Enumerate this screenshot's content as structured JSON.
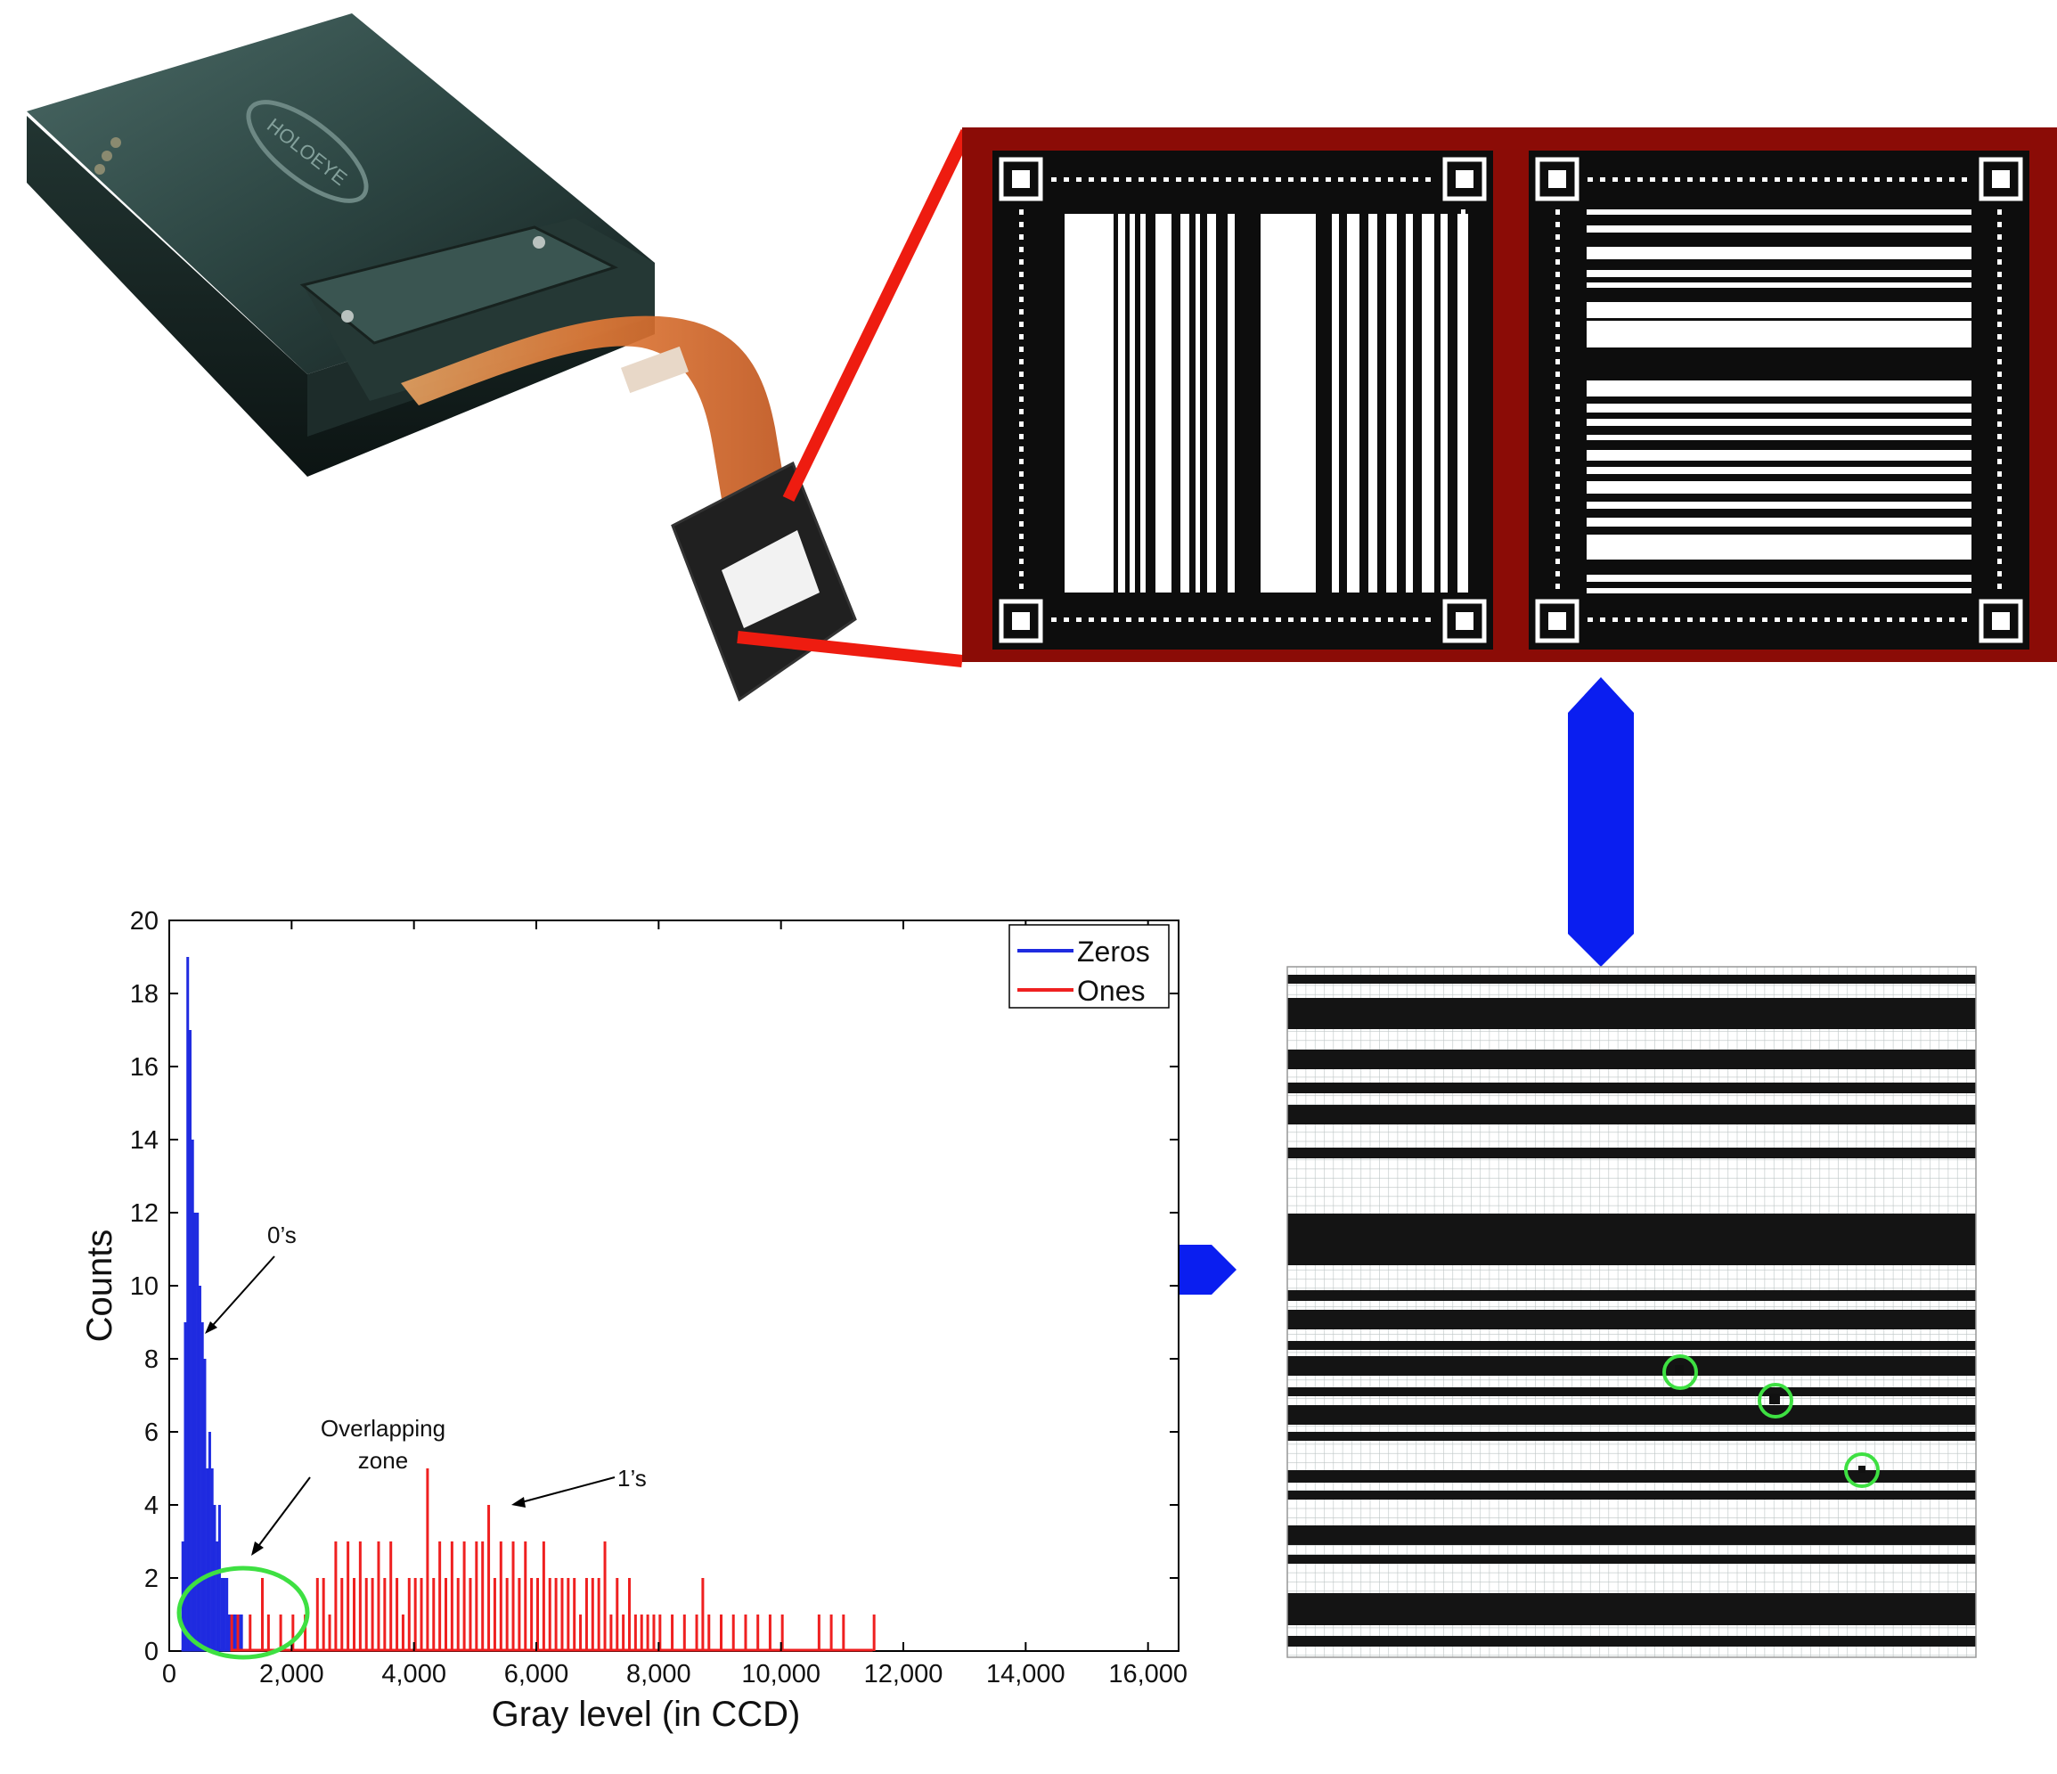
{
  "device": {
    "brand": "HOLOEYE",
    "led_labels": [
      "",
      "",
      ""
    ],
    "panel_text": [
      "",
      ""
    ]
  },
  "colors": {
    "frame_dark_red": "#8b0c06",
    "connector_red": "#ee1c10",
    "arrow_blue": "#0a1ef0",
    "zeros_blue": "#1f2be0",
    "ones_red": "#ef2020",
    "circle_green": "#3ee042"
  },
  "arrows": {
    "vertical": "blue double-headed arrow",
    "horizontal": "blue double-headed arrow"
  },
  "chart_data": {
    "type": "bar",
    "title": "",
    "xlabel": "Gray level (in CCD)",
    "ylabel": "Counts",
    "xlim": [
      0,
      16500
    ],
    "ylim": [
      0,
      20
    ],
    "x_ticks": [
      0,
      2000,
      4000,
      6000,
      8000,
      10000,
      12000,
      14000,
      16000
    ],
    "x_tick_labels": [
      "0",
      "2,000",
      "4,000",
      "6,000",
      "8,000",
      "10,000",
      "12,000",
      "14,000",
      "16,000"
    ],
    "y_ticks": [
      0,
      2,
      4,
      6,
      8,
      10,
      12,
      14,
      16,
      18,
      20
    ],
    "y_tick_labels": [
      "0",
      "2",
      "4",
      "6",
      "8",
      "10",
      "12",
      "14",
      "16",
      "18",
      "20"
    ],
    "grid": false,
    "legend_position": "top-right",
    "legend": [
      {
        "name": "Zeros",
        "color": "#1f2be0"
      },
      {
        "name": "Ones",
        "color": "#ef2020"
      }
    ],
    "series": [
      {
        "name": "Zeros",
        "color": "#1f2be0",
        "bin_width": 40,
        "x": [
          200,
          240,
          280,
          320,
          360,
          400,
          440,
          480,
          520,
          560,
          600,
          640,
          680,
          720,
          760,
          800,
          840,
          880,
          920,
          960,
          1000,
          1040,
          1080,
          1120,
          1160
        ],
        "values": [
          3,
          9,
          19,
          17,
          14,
          12,
          12,
          10,
          9,
          8,
          5,
          6,
          5,
          4,
          3,
          4,
          2,
          2,
          2,
          1,
          1,
          1,
          1,
          1,
          1
        ]
      },
      {
        "name": "Ones",
        "color": "#ef2020",
        "bin_width": 40,
        "x": [
          1000,
          1100,
          1300,
          1500,
          1600,
          1800,
          2000,
          2200,
          2400,
          2500,
          2600,
          2700,
          2800,
          2900,
          3000,
          3100,
          3200,
          3300,
          3400,
          3500,
          3600,
          3700,
          3800,
          3900,
          4000,
          4100,
          4200,
          4300,
          4400,
          4500,
          4600,
          4700,
          4800,
          4900,
          5000,
          5100,
          5200,
          5300,
          5400,
          5500,
          5600,
          5700,
          5800,
          5900,
          6000,
          6100,
          6200,
          6300,
          6400,
          6500,
          6600,
          6700,
          6800,
          6900,
          7000,
          7100,
          7200,
          7300,
          7400,
          7500,
          7600,
          7700,
          7800,
          7900,
          8000,
          8200,
          8400,
          8600,
          8700,
          8800,
          9000,
          9200,
          9400,
          9600,
          9800,
          10000,
          10600,
          10800,
          11000,
          11500
        ],
        "values": [
          1,
          1,
          1,
          2,
          1,
          1,
          1,
          1,
          2,
          2,
          1,
          3,
          2,
          3,
          2,
          3,
          2,
          2,
          3,
          2,
          3,
          2,
          1,
          2,
          2,
          2,
          5,
          2,
          3,
          2,
          3,
          2,
          3,
          2,
          3,
          3,
          4,
          2,
          3,
          2,
          3,
          2,
          3,
          2,
          2,
          3,
          2,
          2,
          2,
          2,
          2,
          1,
          2,
          2,
          2,
          3,
          1,
          2,
          1,
          2,
          1,
          1,
          1,
          1,
          1,
          1,
          1,
          1,
          2,
          1,
          1,
          1,
          1,
          1,
          1,
          1,
          1,
          1,
          1,
          1
        ]
      }
    ],
    "annotations": [
      {
        "text": "0’s"
      },
      {
        "text": "Overlapping"
      },
      {
        "text": "zone"
      },
      {
        "text": "1’s"
      }
    ]
  }
}
